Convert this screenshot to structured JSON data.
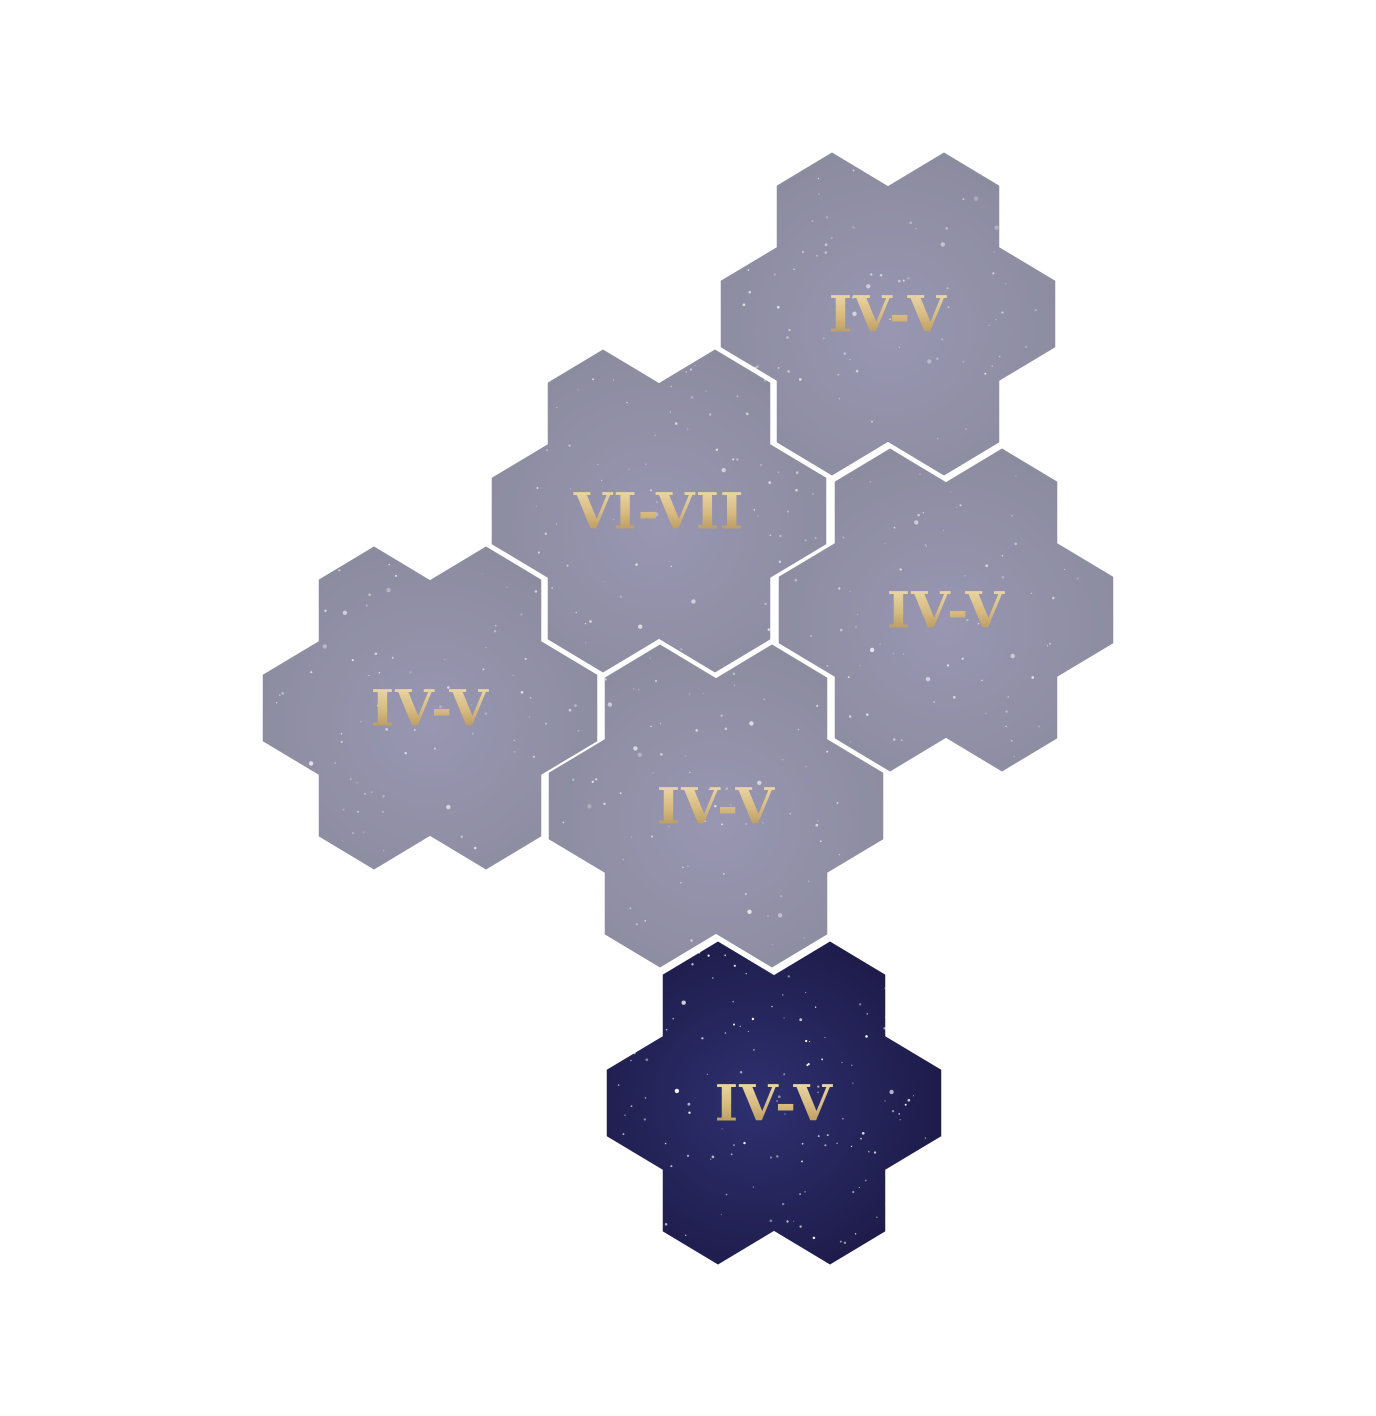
{
  "board": {
    "tiles": [
      {
        "id": "top-right",
        "label": "IV-V",
        "state": "faded"
      },
      {
        "id": "center",
        "label": "VI-VII",
        "state": "faded"
      },
      {
        "id": "right",
        "label": "IV-V",
        "state": "faded"
      },
      {
        "id": "left",
        "label": "IV-V",
        "state": "faded"
      },
      {
        "id": "middle",
        "label": "IV-V",
        "state": "faded"
      },
      {
        "id": "bottom",
        "label": "IV-V",
        "state": "active"
      }
    ]
  },
  "colors": {
    "background": "#ffffff",
    "tile_faded_fill": "#8d8ca4",
    "tile_faded_fill_light": "#9a98b3",
    "tile_active_fill": "#26275a",
    "tile_active_fill_dark": "#1a1740",
    "label_gold_light": "#f1dcab",
    "label_gold_dark": "#b8985c",
    "star": "#ffffff"
  }
}
